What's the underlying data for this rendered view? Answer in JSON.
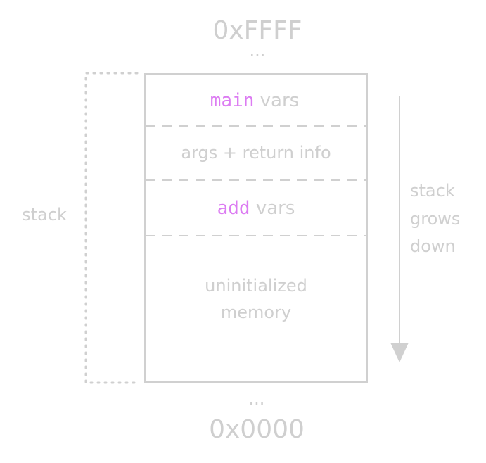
{
  "addresses": {
    "top": "0xFFFF",
    "top_ellipsis": "...",
    "bottom": "0x0000",
    "bottom_ellipsis": "..."
  },
  "side_label": "stack",
  "frames": [
    {
      "code": "main",
      "text": " vars"
    },
    {
      "text": "args + return info"
    },
    {
      "code": "add",
      "text": " vars"
    },
    {
      "line1": "uninitialized",
      "line2": "memory"
    }
  ],
  "direction_label": [
    "stack",
    "grows",
    "down"
  ],
  "colors": {
    "stroke": "#d0d0d0",
    "text": "#cfcfcf",
    "code": "#dc7cf2"
  }
}
